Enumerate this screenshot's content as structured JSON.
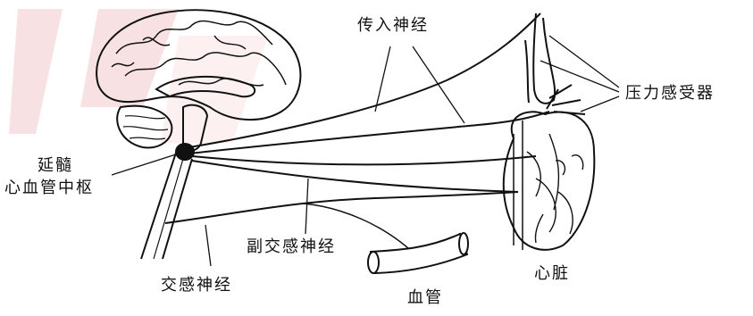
{
  "labels": {
    "afferent_nerve": "传入神经",
    "baroreceptor": "压力感受器",
    "medulla_line1": "延髓",
    "medulla_line2": "心血管中枢",
    "parasympathetic_nerve": "副交感神经",
    "sympathetic_nerve": "交感神经",
    "blood_vessel": "血管",
    "heart": "心脏"
  },
  "colors": {
    "ink": "#111111",
    "watermark": "#f3c9cc"
  }
}
